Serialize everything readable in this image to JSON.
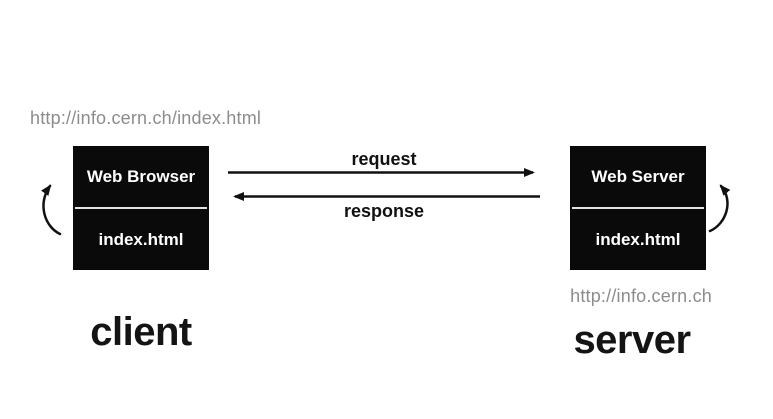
{
  "diagram_title": "HTTP client-server request/response diagram",
  "client": {
    "url": "http://info.cern.ch/index.html",
    "box": {
      "top": "Web Browser",
      "bottom": "index.html"
    },
    "label": "client"
  },
  "server": {
    "url": "http://info.cern.ch",
    "box": {
      "top": "Web Server",
      "bottom": "index.html"
    },
    "label": "server"
  },
  "flow": {
    "request_label": "request",
    "response_label": "response"
  },
  "icons": {
    "client_loop": "curved-up-arrow",
    "server_loop": "curved-up-arrow"
  },
  "colors": {
    "background": "#ffffff",
    "box_background": "#0a0a0a",
    "box_text": "#ffffff",
    "box_divider": "#e3e3e3",
    "url_text": "#8c8c8c",
    "label_text": "#141414",
    "arrow": "#111111"
  }
}
